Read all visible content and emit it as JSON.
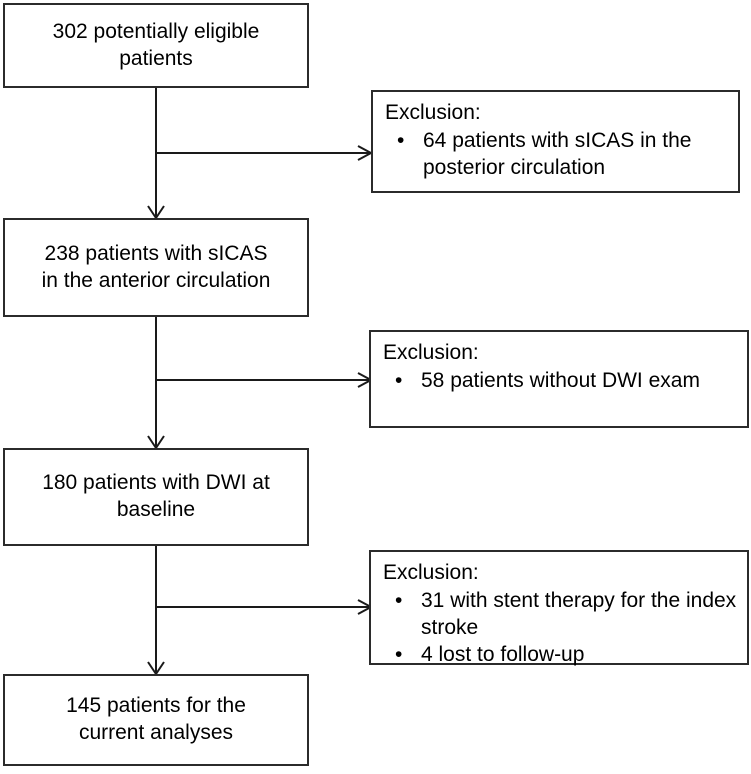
{
  "figure": {
    "type": "flowchart",
    "title": "Patient selection flow diagram",
    "colors": {
      "box_border": "#2b2b2b",
      "connector": "#1a1a1a",
      "text": "#000000",
      "background": "#ffffff"
    }
  },
  "main_boxes": [
    {
      "id": "eligible",
      "text": "302 potentially eligible\npatients",
      "count": 302
    },
    {
      "id": "anterior",
      "text": "238 patients with sICAS\nin the anterior circulation",
      "count": 238
    },
    {
      "id": "dwi-baseline",
      "text": "180 patients with DWI at\nbaseline",
      "count": 180
    },
    {
      "id": "final-analysis",
      "text": "145 patients for the\ncurrent analyses",
      "count": 145
    }
  ],
  "exclusion_boxes": [
    {
      "id": "exclusion-1",
      "title": "Exclusion:",
      "bullet_glyph": "•",
      "items": [
        "64 patients with sICAS in the posterior circulation"
      ]
    },
    {
      "id": "exclusion-2",
      "title": "Exclusion:",
      "bullet_glyph": "•",
      "items": [
        "58 patients without DWI exam"
      ]
    },
    {
      "id": "exclusion-3",
      "title": "Exclusion:",
      "bullet_glyph": "•",
      "items": [
        "31 with stent therapy for the index stroke",
        "4 lost to follow-up"
      ]
    }
  ]
}
